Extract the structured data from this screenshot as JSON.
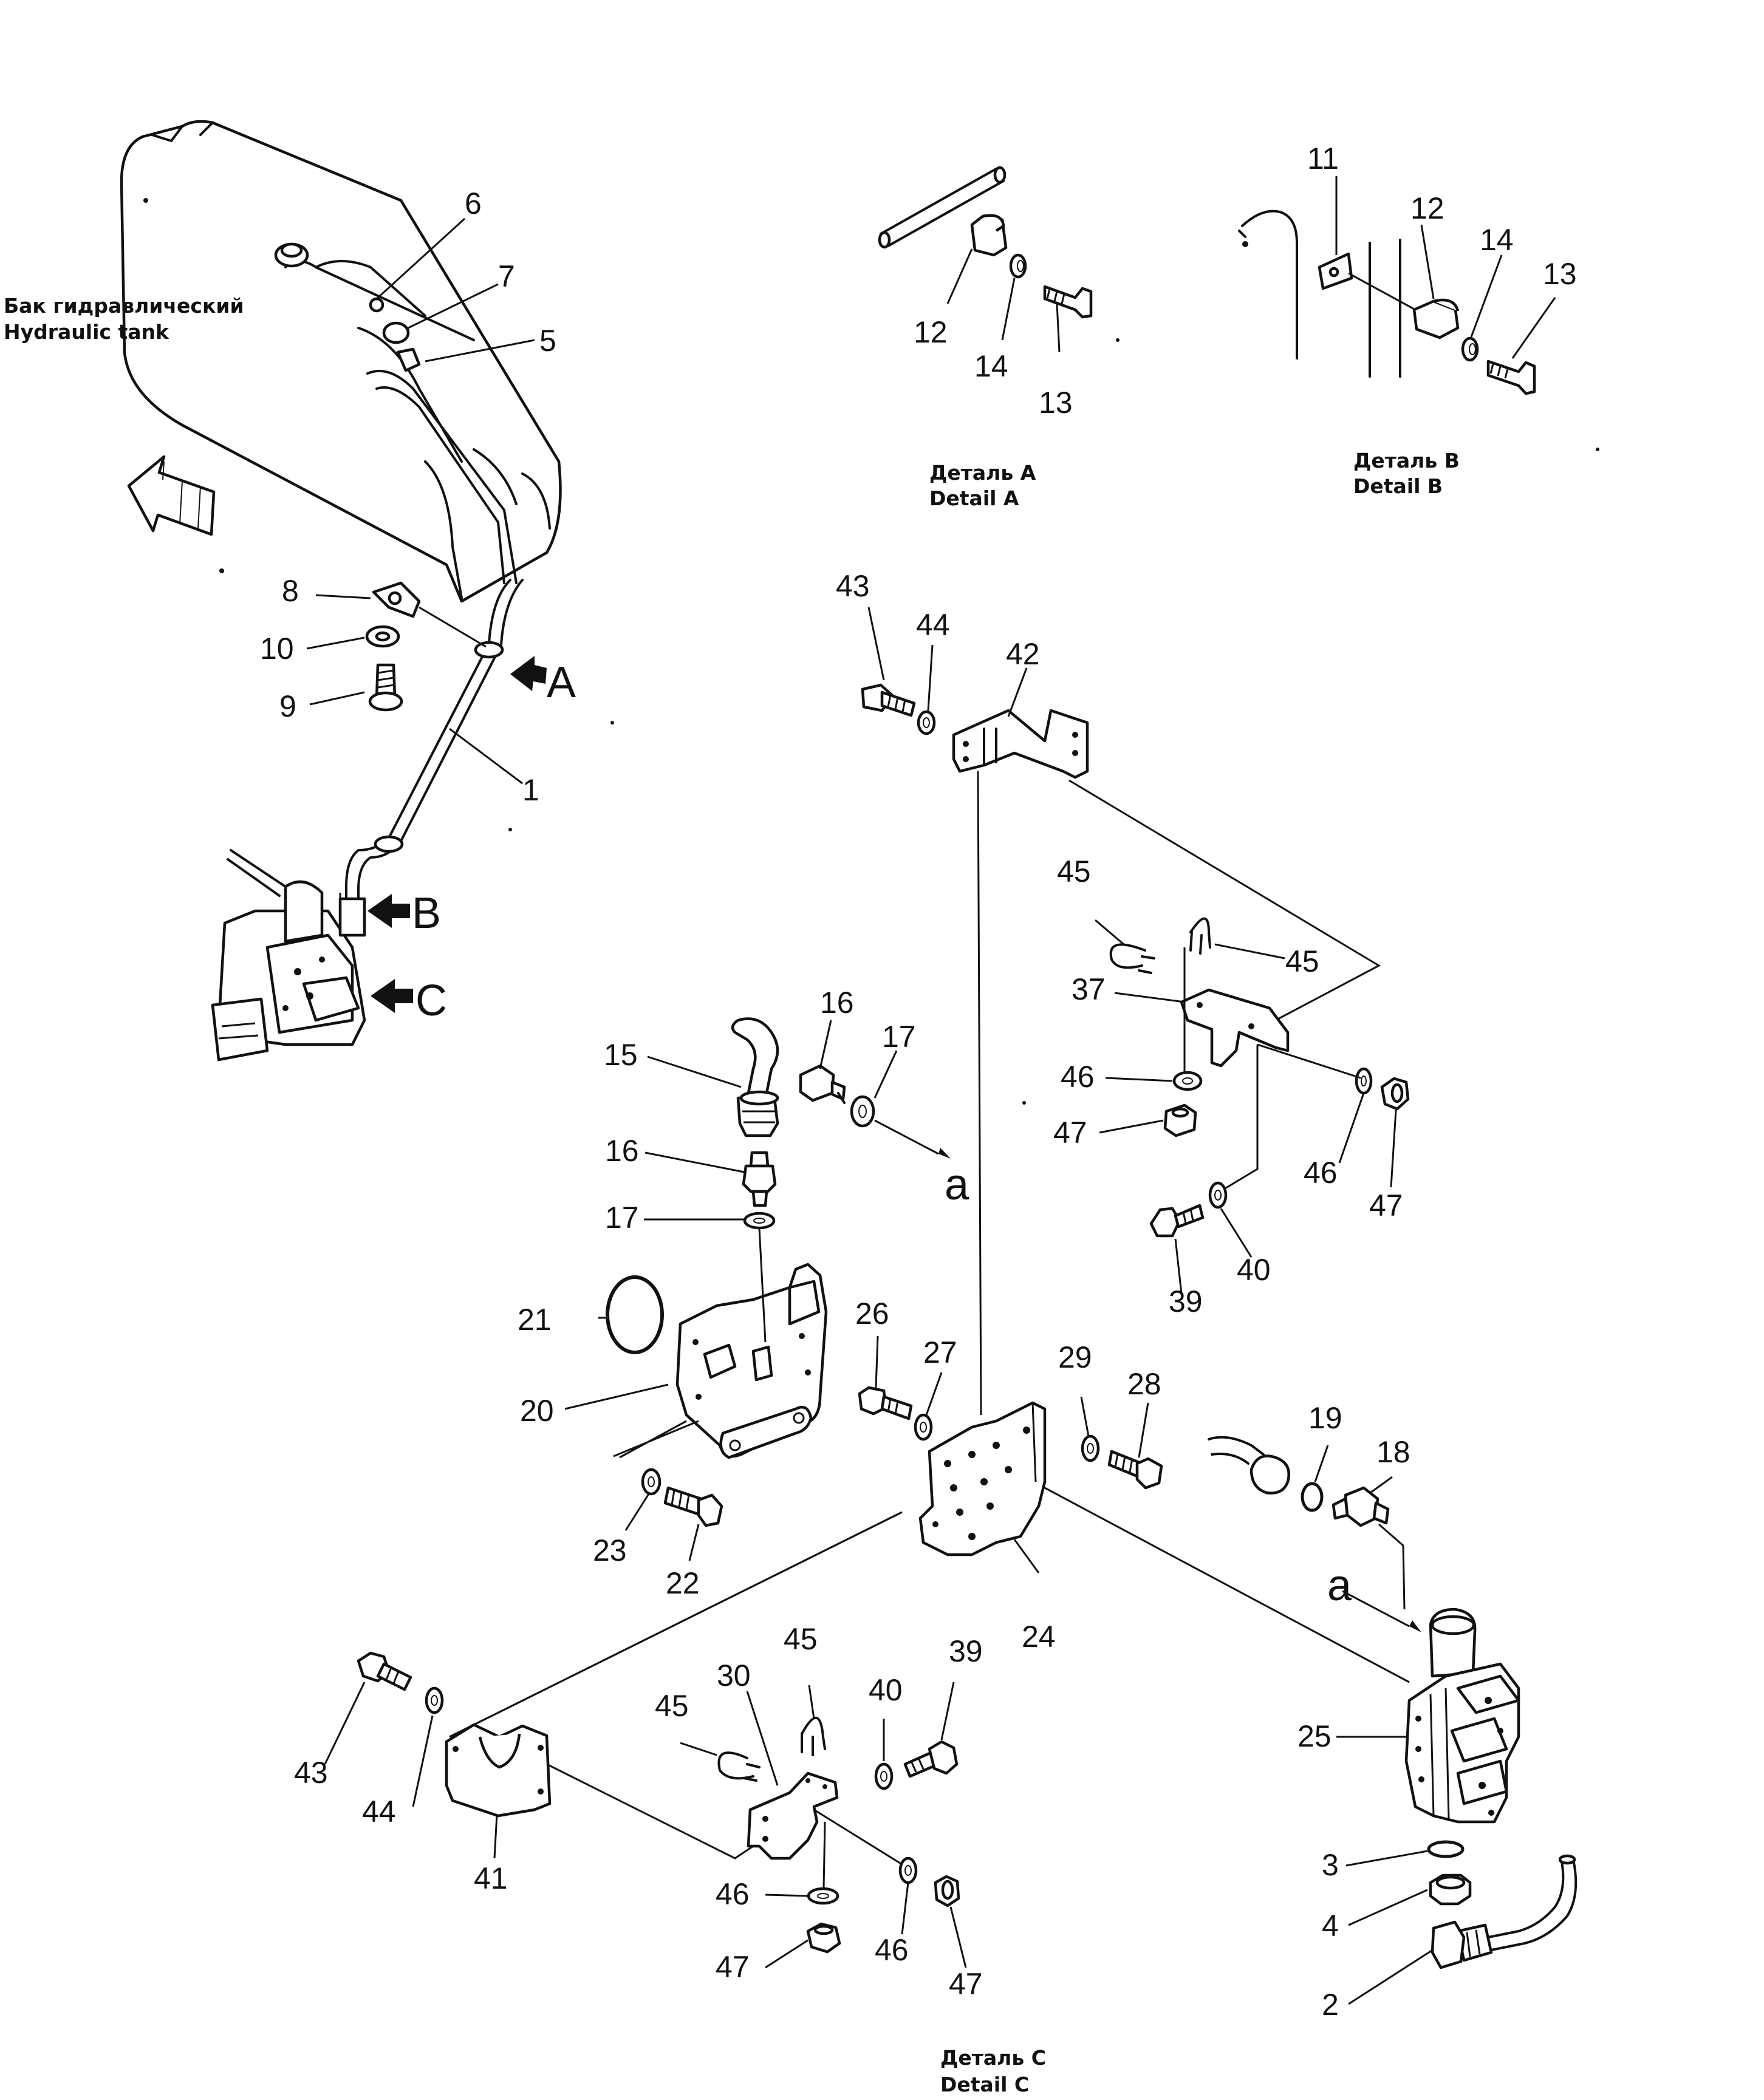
{
  "tank_label": {
    "ru": "Бак гидравлический",
    "en": "Hydraulic tank"
  },
  "detail_captions": {
    "a": {
      "ru": "Деталь A",
      "en": "Detail A"
    },
    "b": {
      "ru": "Деталь B",
      "en": "Detail B"
    },
    "c": {
      "ru": "Деталь C",
      "en": "Detail C"
    }
  },
  "view_arrows": [
    "A",
    "B",
    "C"
  ],
  "connection_marks": [
    "a",
    "a"
  ],
  "callouts": {
    "main": [
      "6",
      "7",
      "5",
      "8",
      "10",
      "9",
      "1"
    ],
    "detail_a": [
      "12",
      "14",
      "13"
    ],
    "detail_b": [
      "11",
      "12",
      "14",
      "13"
    ],
    "upper_bracket": [
      "43",
      "44",
      "42",
      "45",
      "45",
      "37",
      "46",
      "47",
      "46",
      "47",
      "39",
      "40"
    ],
    "center": [
      "15",
      "16",
      "17",
      "16",
      "17",
      "21",
      "20",
      "23",
      "22",
      "26",
      "27",
      "29",
      "28",
      "24"
    ],
    "valve": [
      "19",
      "18",
      "25",
      "3",
      "4",
      "2"
    ],
    "lower_bracket": [
      "43",
      "44",
      "41",
      "30",
      "45",
      "45",
      "40",
      "39",
      "46",
      "47",
      "46",
      "47"
    ]
  }
}
